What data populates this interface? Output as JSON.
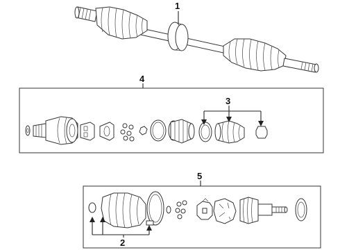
{
  "callouts": {
    "c1": "1",
    "c2": "2",
    "c3": "3",
    "c4": "4",
    "c5": "5"
  },
  "parts": [
    {
      "id": "1",
      "name": "axle-shaft-assembly"
    },
    {
      "id": "2",
      "name": "boot-kit"
    },
    {
      "id": "3",
      "name": "boot-kit"
    },
    {
      "id": "4",
      "name": "outer-joint-kit"
    },
    {
      "id": "5",
      "name": "inner-joint-kit"
    }
  ]
}
